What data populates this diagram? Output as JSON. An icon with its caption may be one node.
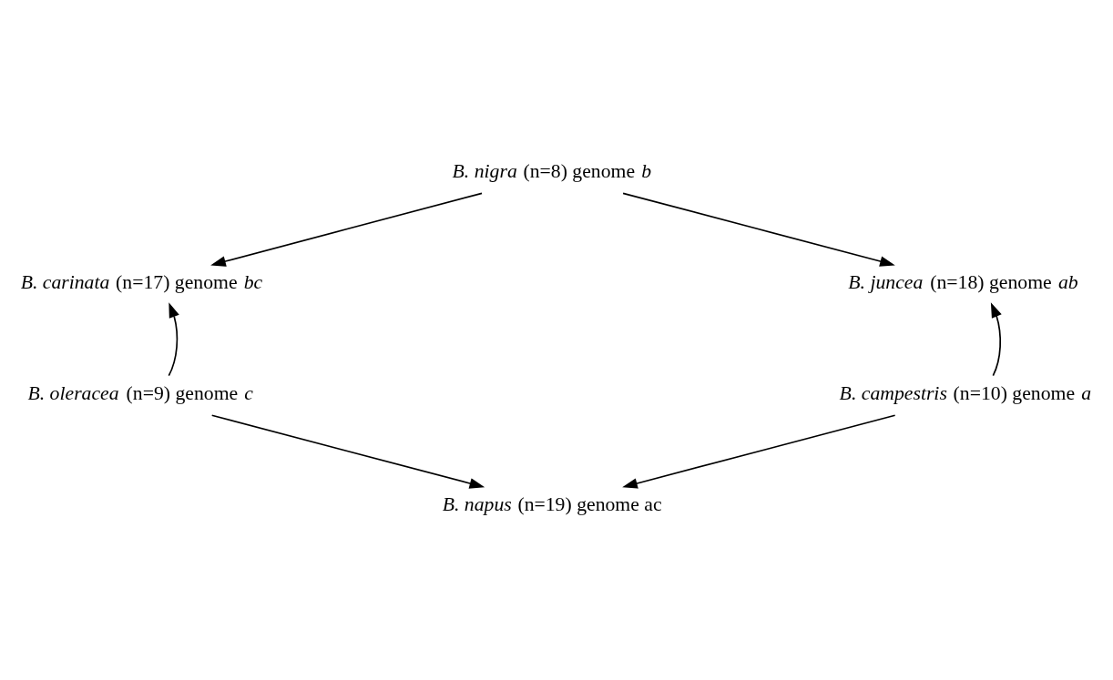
{
  "diagram": {
    "nodes": [
      {
        "text": [
          "*B. nigra* (n=8) genome *b*"
        ]
      },
      {
        "text": [
          "*B. carinata* (n=17) genome *bc*"
        ]
      },
      {
        "text": [
          "*B. juncea* (n=18) genome *ab*"
        ]
      },
      {
        "text": [
          "*B. oleracea* (n=9) genome *c*"
        ]
      },
      {
        "text": [
          "*B. campestris* (n=10) genome *a*"
        ]
      },
      {
        "text": [
          "*B. napus* (n=19) genome ac"
        ]
      }
    ],
    "edges": [
      {
        "from": 0,
        "to": 1,
        "arrow": "to"
      },
      {
        "from": 0,
        "to": 2,
        "arrow": "to"
      },
      {
        "from": 3,
        "to": 1,
        "arrow": "to"
      },
      {
        "from": 4,
        "to": 2,
        "arrow": "to"
      },
      {
        "from": 3,
        "to": 5,
        "arrow": "to"
      },
      {
        "from": 4,
        "to": 5,
        "arrow": "to"
      }
    ]
  }
}
